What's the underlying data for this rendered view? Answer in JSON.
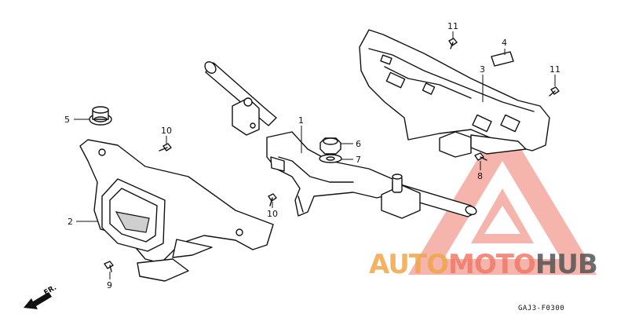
{
  "callouts": [
    {
      "id": "1",
      "label": "1"
    },
    {
      "id": "2",
      "label": "2"
    },
    {
      "id": "3",
      "label": "3"
    },
    {
      "id": "4",
      "label": "4"
    },
    {
      "id": "5",
      "label": "5"
    },
    {
      "id": "6",
      "label": "6"
    },
    {
      "id": "7",
      "label": "7"
    },
    {
      "id": "8",
      "label": "8"
    },
    {
      "id": "9",
      "label": "9"
    },
    {
      "id": "10a",
      "label": "10"
    },
    {
      "id": "10b",
      "label": "10"
    },
    {
      "id": "11a",
      "label": "11"
    },
    {
      "id": "11b",
      "label": "11"
    }
  ],
  "direction_marker": "FR.",
  "diagram_code": "GAJ3-F0300",
  "watermark": {
    "part1": "AUTO",
    "part2": "MOTO",
    "part3": "HUB",
    "color_primary": "#f2a54a",
    "color_secondary": "#f07a6a",
    "color_dark": "#555555"
  }
}
